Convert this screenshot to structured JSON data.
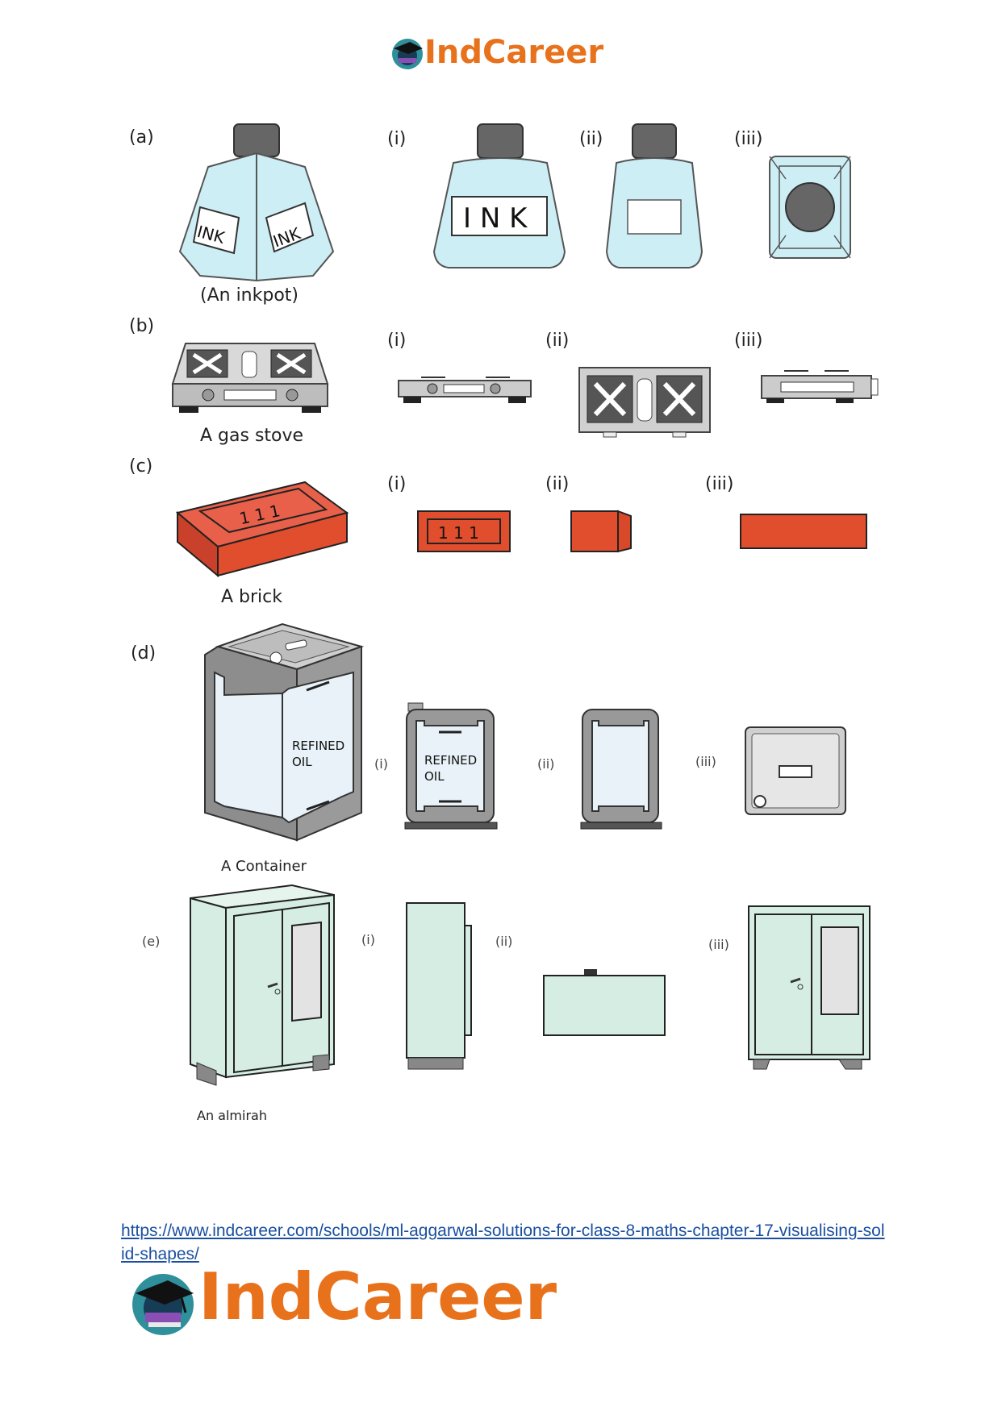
{
  "header": {
    "logo_text": "IndCareer"
  },
  "sections": {
    "a": {
      "label": "(a)",
      "caption": "(An inkpot)",
      "views": [
        "(i)",
        "(ii)",
        "(iii)"
      ],
      "ink_label": "INK",
      "front_label": "I N K"
    },
    "b": {
      "label": "(b)",
      "caption": "A gas stove",
      "views": [
        "(i)",
        "(ii)",
        "(iii)"
      ]
    },
    "c": {
      "label": "(c)",
      "caption": "A brick",
      "views": [
        "(i)",
        "(ii)",
        "(iii)"
      ],
      "brick_mark": "1 1 1"
    },
    "d": {
      "label": "(d)",
      "caption": "A Container",
      "views": [
        "(i)",
        "(ii)",
        "(iii)"
      ],
      "oil_label_line1": "REFINED",
      "oil_label_line2": "OIL"
    },
    "e": {
      "label": "(e)",
      "caption": "An almirah",
      "views": [
        "(i)",
        "(ii)",
        "(iii)"
      ]
    }
  },
  "footer": {
    "link": "https://www.indcareer.com/schools/ml-aggarwal-solutions-for-class-8-maths-chapter-17-visualising-solid-shapes/",
    "logo_text": "IndCareer"
  },
  "colors": {
    "ink_blue": "#cdeef5",
    "brick_red": "#e04e2e",
    "almirah_green": "#d6ede4",
    "logo_orange": "#e8721c",
    "link_blue": "#1a4fa0"
  }
}
